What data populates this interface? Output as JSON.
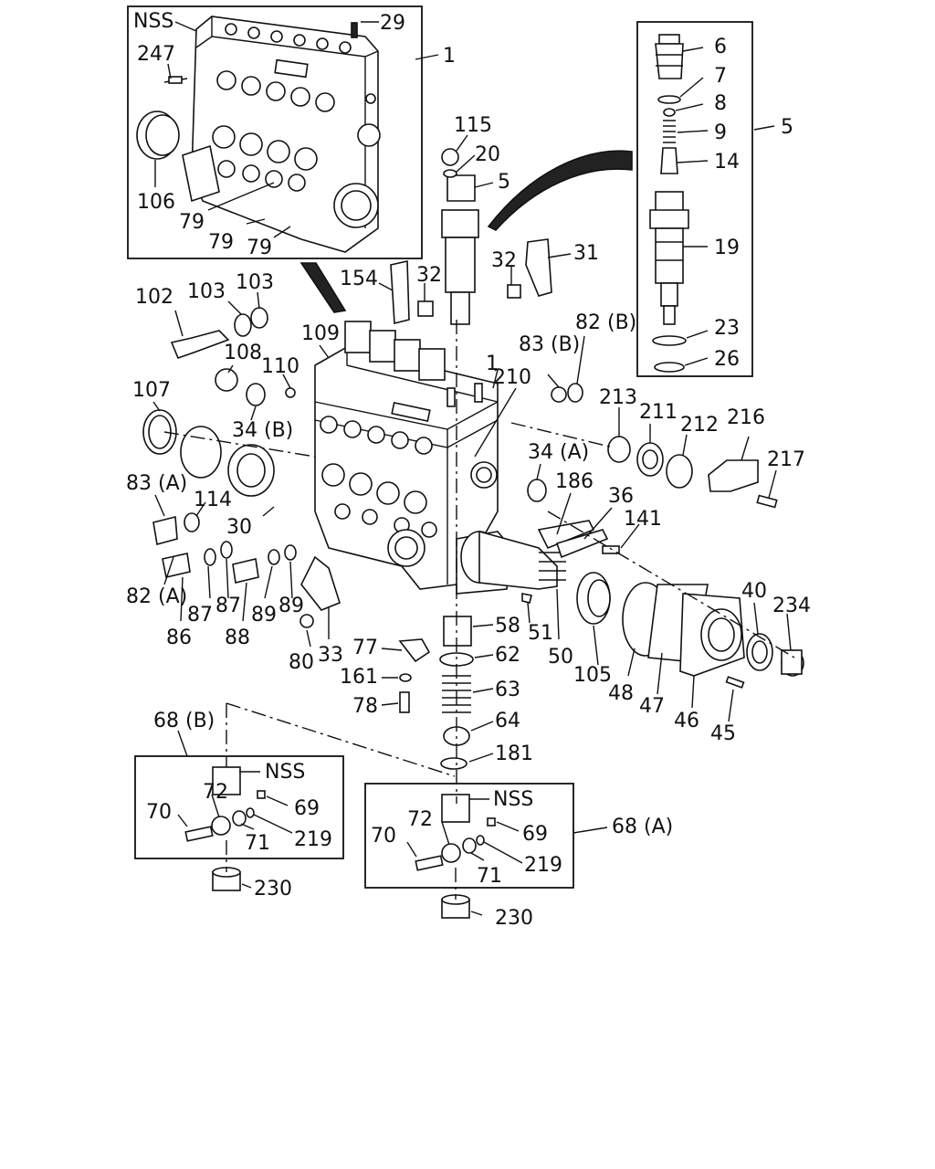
{
  "labels": {
    "nss_top": "NSS",
    "n29": "29",
    "n247": "247",
    "n1_top": "1",
    "n106": "106",
    "n79a": "79",
    "n79b": "79",
    "n79c": "79",
    "n6": "6",
    "n7": "7",
    "n8": "8",
    "n9": "9",
    "n14": "14",
    "n19": "19",
    "n23": "23",
    "n26": "26",
    "n5_box": "5",
    "n115": "115",
    "n20": "20",
    "n5": "5",
    "n31": "31",
    "n32a": "32",
    "n32b": "32",
    "n154": "154",
    "n102": "102",
    "n103a": "103",
    "n103b": "103",
    "n108": "108",
    "n109": "109",
    "n110": "110",
    "n1_mid": "1",
    "n83b": "83 (B)",
    "n82b": "82 (B)",
    "n210": "210",
    "n213": "213",
    "n211": "211",
    "n212": "212",
    "n216": "216",
    "n217": "217",
    "n107": "107",
    "n34b": "34 (B)",
    "n34a": "34 (A)",
    "n186": "186",
    "n36": "36",
    "n141": "141",
    "n83a": "83 (A)",
    "n114": "114",
    "n30": "30",
    "n82a": "82 (A)",
    "n87a": "87",
    "n87b": "87",
    "n89a": "89",
    "n89b": "89",
    "n86": "86",
    "n88": "88",
    "n80": "80",
    "n33": "33",
    "n77": "77",
    "n161": "161",
    "n78": "78",
    "n58": "58",
    "n62": "62",
    "n63": "63",
    "n64": "64",
    "n181": "181",
    "n51": "51",
    "n50": "50",
    "n105": "105",
    "n48": "48",
    "n47": "47",
    "n46": "46",
    "n45": "45",
    "n40": "40",
    "n234": "234",
    "n68b": "68 (B)",
    "nss_b": "NSS",
    "n72b": "72",
    "n69b": "69",
    "n70b": "70",
    "n71b": "71",
    "n219b": "219",
    "n230b": "230",
    "n68a": "68 (A)",
    "nss_a": "NSS",
    "n72a": "72",
    "n69a": "69",
    "n70a": "70",
    "n71a": "71",
    "n219a": "219",
    "n230a": "230"
  }
}
